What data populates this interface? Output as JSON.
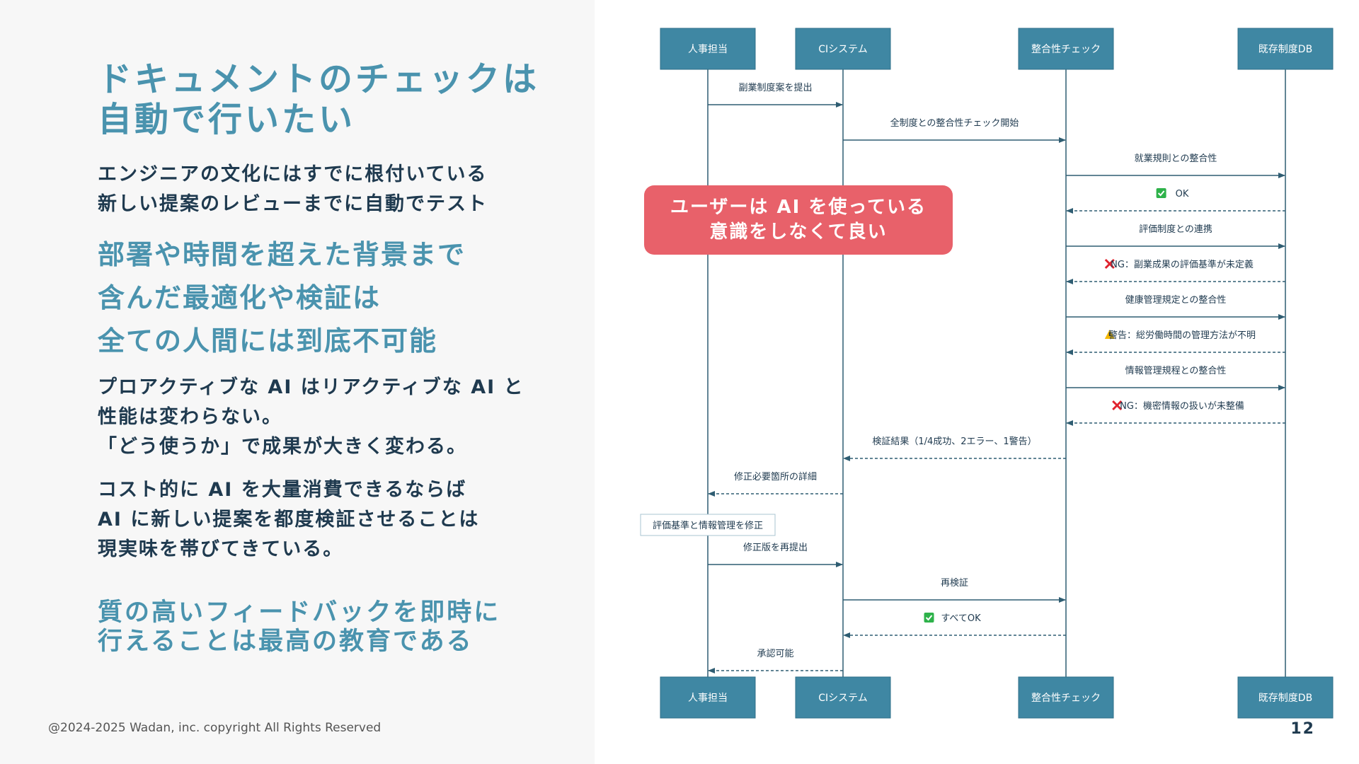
{
  "slide": {
    "title_lines": [
      "ドキュメントのチェックは",
      "自動で行いたい"
    ],
    "para1_lines": [
      "エンジニアの文化にはすでに根付いている",
      "新しい提案のレビューまでに自動でテスト"
    ],
    "para2_lines": [
      "部署や時間を超えた背景まで",
      "含んだ最適化や検証は",
      "全ての人間には到底不可能"
    ],
    "para3_lines": [
      "プロアクティブな AI はリアクティブな AI と",
      "性能は変わらない。",
      "「どう使うか」で成果が大きく変わる。"
    ],
    "para4_lines": [
      "コスト的に AI を大量消費できるならば",
      "AI に新しい提案を都度検証させることは",
      "現実味を帯びてきている。"
    ],
    "para5_lines": [
      "質の高いフィードバックを即時に",
      "行えることは最高の教育である"
    ],
    "copyright": "@2024-2025 Wadan, inc. copyright All Rights Reserved",
    "page_number": "12"
  },
  "diagram": {
    "participants": [
      "人事担当",
      "CIシステム",
      "整合性チェック",
      "既存制度DB"
    ],
    "messages": [
      {
        "from": 0,
        "to": 1,
        "label": "副業制度案を提出",
        "style": "solid",
        "icon": ""
      },
      {
        "from": 1,
        "to": 2,
        "label": "全制度との整合性チェック開始",
        "style": "solid",
        "icon": ""
      },
      {
        "from": 2,
        "to": 3,
        "label": "就業規則との整合性",
        "style": "solid",
        "icon": ""
      },
      {
        "from": 3,
        "to": 2,
        "label": "OK",
        "style": "dashed",
        "icon": "check"
      },
      {
        "from": 2,
        "to": 3,
        "label": "評価制度との連携",
        "style": "solid",
        "icon": ""
      },
      {
        "from": 3,
        "to": 2,
        "label": "NG：副業成果の評価基準が未定義",
        "style": "dashed",
        "icon": "cross"
      },
      {
        "from": 2,
        "to": 3,
        "label": "健康管理規定との整合性",
        "style": "solid",
        "icon": ""
      },
      {
        "from": 3,
        "to": 2,
        "label": "警告：総労働時間の管理方法が不明",
        "style": "dashed",
        "icon": "warning"
      },
      {
        "from": 2,
        "to": 3,
        "label": "情報管理規程との整合性",
        "style": "solid",
        "icon": ""
      },
      {
        "from": 3,
        "to": 2,
        "label": "NG：機密情報の扱いが未整備",
        "style": "dashed",
        "icon": "cross"
      },
      {
        "from": 2,
        "to": 1,
        "label": "検証結果（1/4成功、2エラー、1警告）",
        "style": "dashed",
        "icon": ""
      },
      {
        "from": 1,
        "to": 0,
        "label": "修正必要箇所の詳細",
        "style": "dashed",
        "icon": ""
      },
      {
        "note": true,
        "label": "評価基準と情報管理を修正"
      },
      {
        "from": 0,
        "to": 1,
        "label": "修正版を再提出",
        "style": "solid",
        "icon": ""
      },
      {
        "from": 1,
        "to": 2,
        "label": "再検証",
        "style": "solid",
        "icon": ""
      },
      {
        "from": 2,
        "to": 1,
        "label": "すべてOK",
        "style": "dashed",
        "icon": "check"
      },
      {
        "from": 1,
        "to": 0,
        "label": "承認可能",
        "style": "dashed",
        "icon": ""
      }
    ],
    "callout_lines": [
      "ユーザーは AI を使っている",
      "意識をしなくて良い"
    ],
    "colors": {
      "participant_box": "#3f87a3",
      "line": "#2f5d72",
      "callout": "#e8616a",
      "check": "#2eb24a",
      "cross": "#e0232e",
      "warning": "#f5b800"
    }
  }
}
